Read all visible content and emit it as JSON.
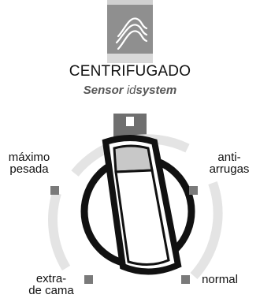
{
  "program": {
    "title": "CENTRIFUGADO",
    "sensor": {
      "brand": "Sensor",
      "mid": "id",
      "tail": "system"
    }
  },
  "positions": {
    "top_left": [
      "máximo",
      "pesada"
    ],
    "top_right": [
      "anti-",
      "arrugas"
    ],
    "bottom_left": [
      "extra-",
      "de cama"
    ],
    "bottom_right": "normal"
  },
  "colors": {
    "icon_panel": "#8f8f8f",
    "marker": "#7a7a7a",
    "knob_outline": "#111111",
    "window": "#c8c8c8"
  },
  "icons": [
    "spin-waves-icon",
    "knob-pointer"
  ]
}
